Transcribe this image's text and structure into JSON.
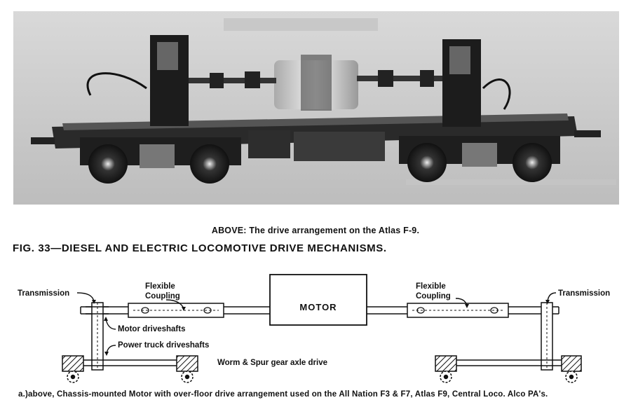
{
  "photo": {
    "caption": "ABOVE: The drive arrangement on the Atlas F-9."
  },
  "figure": {
    "title": "FIG. 33—DIESEL AND ELECTRIC LOCOMOTIVE DRIVE MECHANISMS."
  },
  "diagram": {
    "labels": {
      "transmission_left": "Transmission",
      "transmission_right": "Transmission",
      "flexible_left": "Flexible",
      "coupling_left": "Coupling",
      "flexible_right": "Flexible",
      "coupling_right": "Coupling",
      "motor": "MOTOR",
      "motor_driveshafts": "Motor driveshafts",
      "power_truck_driveshafts": "Power truck driveshafts",
      "worm_spur": "Worm & Spur gear axle drive"
    }
  },
  "footnote": {
    "text": "a.)above, Chassis-mounted Motor with over-floor drive arrangement used on the All Nation F3 & F7, Atlas F9, Central Loco. Alco PA's."
  }
}
